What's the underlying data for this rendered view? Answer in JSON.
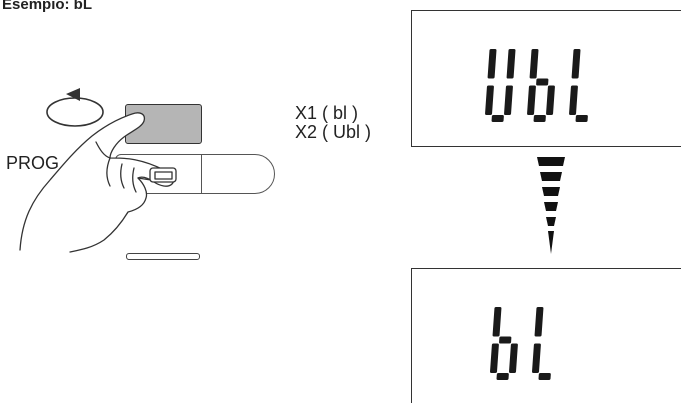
{
  "title": "Esempio: bL",
  "prog_label": "PROG",
  "press_info": {
    "line1": "X1 ( bl )",
    "line2": "X2 ( Ubl )"
  },
  "displays": {
    "top": "Ubl",
    "bottom": "bL"
  },
  "icons": {
    "rotate": "rotate-arrow-icon",
    "hand": "pressing-hand-icon",
    "transition": "down-arrow-icon"
  },
  "colors": {
    "button_fill": "#b5b5b5",
    "segment": "#1a1a1a"
  }
}
